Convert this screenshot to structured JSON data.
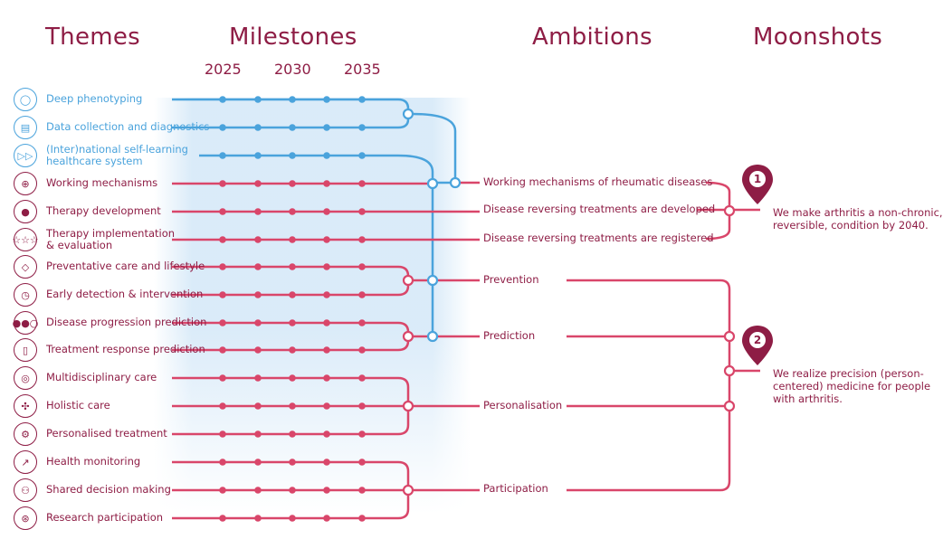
{
  "headers": {
    "themes": "Themes",
    "milestones": "Milestones",
    "ambitions": "Ambitions",
    "moonshots": "Moonshots"
  },
  "years": [
    "2025",
    "2030",
    "2035"
  ],
  "themes": [
    {
      "label": "Deep phenotyping",
      "color": "blue",
      "icon": "phenotyping-icon",
      "glyph": "◯"
    },
    {
      "label": "Data collection and diagnostics",
      "color": "blue",
      "icon": "data-icon",
      "glyph": "▤"
    },
    {
      "label": "(Inter)national self-learning\nhealthcare system",
      "color": "blue",
      "icon": "fast-forward-icon",
      "glyph": "▷▷"
    },
    {
      "label": "Working mechanisms",
      "color": "red",
      "icon": "target-icon",
      "glyph": "⊕"
    },
    {
      "label": "Therapy development",
      "color": "red",
      "icon": "drop-icon",
      "glyph": "●"
    },
    {
      "label": "Therapy implementation\n& evaluation",
      "color": "red",
      "icon": "stars-icon",
      "glyph": "☆☆☆"
    },
    {
      "label": "Preventative care and lifestyle",
      "color": "red",
      "icon": "shield-icon",
      "glyph": "◇"
    },
    {
      "label": "Early detection & intervention",
      "color": "red",
      "icon": "clock-icon",
      "glyph": "◷"
    },
    {
      "label": "Disease progression prediction",
      "color": "red",
      "icon": "dots-icon",
      "glyph": "●●○"
    },
    {
      "label": "Treatment response prediction",
      "color": "red",
      "icon": "bin-icon",
      "glyph": "▯"
    },
    {
      "label": "Multidisciplinary care",
      "color": "red",
      "icon": "rings-icon",
      "glyph": "◎"
    },
    {
      "label": "Holistic care",
      "color": "red",
      "icon": "network-icon",
      "glyph": "✣"
    },
    {
      "label": "Personalised treatment",
      "color": "red",
      "icon": "gears-icon",
      "glyph": "⚙"
    },
    {
      "label": "Health monitoring",
      "color": "red",
      "icon": "chart-icon",
      "glyph": "↗"
    },
    {
      "label": "Shared decision making",
      "color": "red",
      "icon": "people-icon",
      "glyph": "⚇"
    },
    {
      "label": "Research participation",
      "color": "red",
      "icon": "globe-icon",
      "glyph": "⊛"
    }
  ],
  "ambitions": [
    "Working mechanisms of rheumatic diseases",
    "Disease reversing treatments are developed",
    "Disease reversing treatments are registered",
    "Prevention",
    "Prediction",
    "Personalisation",
    "Participation"
  ],
  "moonshots": [
    {
      "number": "1",
      "text": "We make arthritis a non-chronic,\nreversible, condition by 2040."
    },
    {
      "number": "2",
      "text": "We realize precision (person-\ncentered) medicine for people\nwith arthritis."
    }
  ],
  "colors": {
    "blue": "#4aa3dc",
    "red": "#d9466a",
    "dark": "#8e1d45",
    "band": "#d6e9f8"
  }
}
